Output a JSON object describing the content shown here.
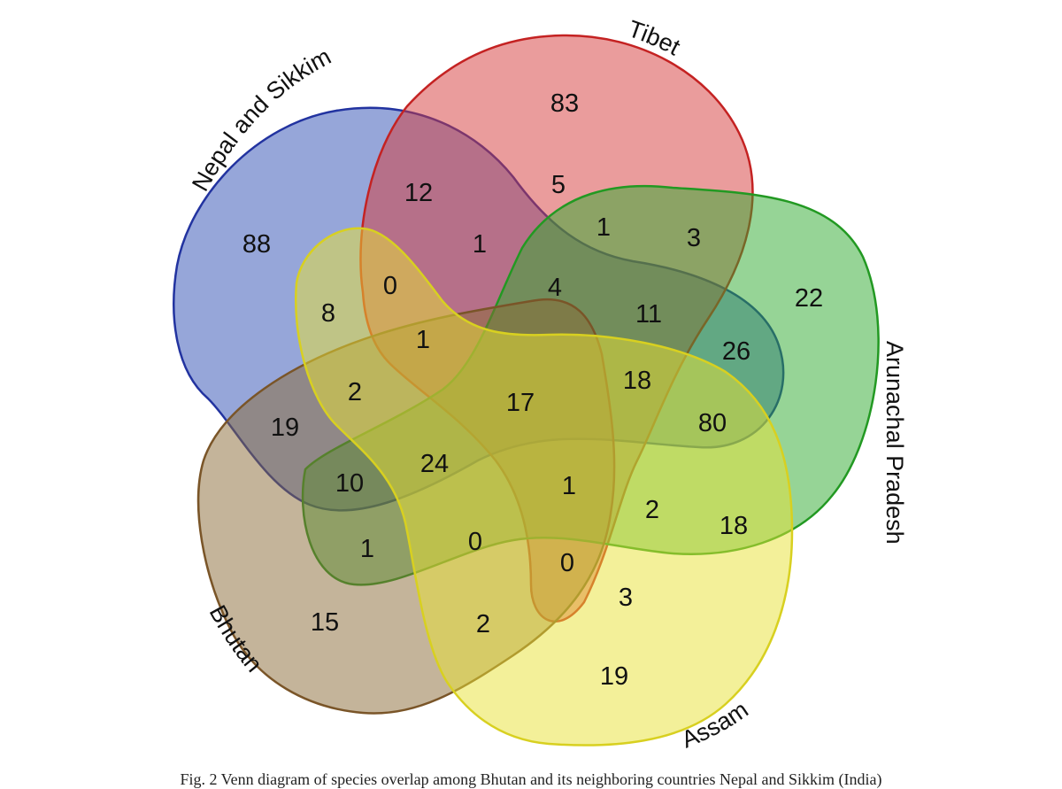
{
  "diagram": {
    "type": "venn",
    "sets": [
      {
        "id": "nepal",
        "label": "Nepal and Sikkim",
        "fill": "#2e4db3",
        "stroke": "#2233a0"
      },
      {
        "id": "tibet",
        "label": "Tibet",
        "fill": "#d63a3a",
        "stroke": "#c42222"
      },
      {
        "id": "arunachal",
        "label": "Arunachal Pradesh",
        "fill": "#2eaa2e",
        "stroke": "#229922"
      },
      {
        "id": "bhutan",
        "label": "Bhutan",
        "fill": "#8a6a35",
        "stroke": "#7a5528"
      },
      {
        "id": "assam",
        "label": "Assam",
        "fill": "#e8e233",
        "stroke": "#d8d020"
      }
    ],
    "regions": [
      {
        "count": "88",
        "sets": [
          "nepal"
        ]
      },
      {
        "count": "83",
        "sets": [
          "tibet"
        ]
      },
      {
        "count": "22",
        "sets": [
          "arunachal"
        ]
      },
      {
        "count": "15",
        "sets": [
          "bhutan"
        ]
      },
      {
        "count": "19",
        "sets": [
          "assam"
        ]
      },
      {
        "count": "12",
        "sets": [
          "nepal",
          "tibet"
        ]
      },
      {
        "count": "5",
        "sets": [
          "tibet",
          "assam"
        ]
      },
      {
        "count": "1",
        "sets": [
          "tibet",
          "arunachal",
          "assam"
        ]
      },
      {
        "count": "3",
        "sets": [
          "tibet",
          "arunachal"
        ]
      },
      {
        "count": "1",
        "sets": [
          "nepal",
          "tibet",
          "assam"
        ]
      },
      {
        "count": "0",
        "sets": [
          "nepal",
          "tibet",
          "bhutan"
        ]
      },
      {
        "count": "8",
        "sets": [
          "nepal",
          "assam"
        ]
      },
      {
        "count": "4",
        "sets": [
          "nepal",
          "tibet",
          "arunachal",
          "assam"
        ]
      },
      {
        "count": "11",
        "sets": [
          "tibet",
          "arunachal",
          "nepal"
        ]
      },
      {
        "count": "26",
        "sets": [
          "arunachal",
          "nepal"
        ]
      },
      {
        "count": "1",
        "sets": [
          "nepal",
          "tibet",
          "bhutan",
          "assam"
        ]
      },
      {
        "count": "2",
        "sets": [
          "nepal",
          "bhutan",
          "assam"
        ]
      },
      {
        "count": "17",
        "sets": [
          "nepal",
          "tibet",
          "arunachal",
          "bhutan",
          "assam"
        ]
      },
      {
        "count": "18",
        "sets": [
          "tibet",
          "arunachal",
          "assam",
          "nepal"
        ]
      },
      {
        "count": "80",
        "sets": [
          "arunachal",
          "assam",
          "nepal"
        ]
      },
      {
        "count": "19",
        "sets": [
          "nepal",
          "bhutan"
        ]
      },
      {
        "count": "10",
        "sets": [
          "nepal",
          "bhutan",
          "arunachal"
        ]
      },
      {
        "count": "24",
        "sets": [
          "nepal",
          "bhutan",
          "arunachal",
          "assam"
        ]
      },
      {
        "count": "1",
        "sets": [
          "tibet",
          "arunachal",
          "bhutan",
          "assam"
        ]
      },
      {
        "count": "2",
        "sets": [
          "tibet",
          "arunachal",
          "assam"
        ]
      },
      {
        "count": "18",
        "sets": [
          "arunachal",
          "assam"
        ]
      },
      {
        "count": "1",
        "sets": [
          "bhutan",
          "arunachal"
        ]
      },
      {
        "count": "0",
        "sets": [
          "bhutan",
          "arunachal",
          "assam"
        ]
      },
      {
        "count": "0",
        "sets": [
          "tibet",
          "bhutan",
          "assam"
        ]
      },
      {
        "count": "3",
        "sets": [
          "tibet",
          "assam"
        ]
      },
      {
        "count": "2",
        "sets": [
          "bhutan",
          "assam"
        ]
      }
    ]
  },
  "caption": "Fig. 2 Venn diagram of species overlap among Bhutan and its neighboring countries Nepal and Sikkim (India)"
}
